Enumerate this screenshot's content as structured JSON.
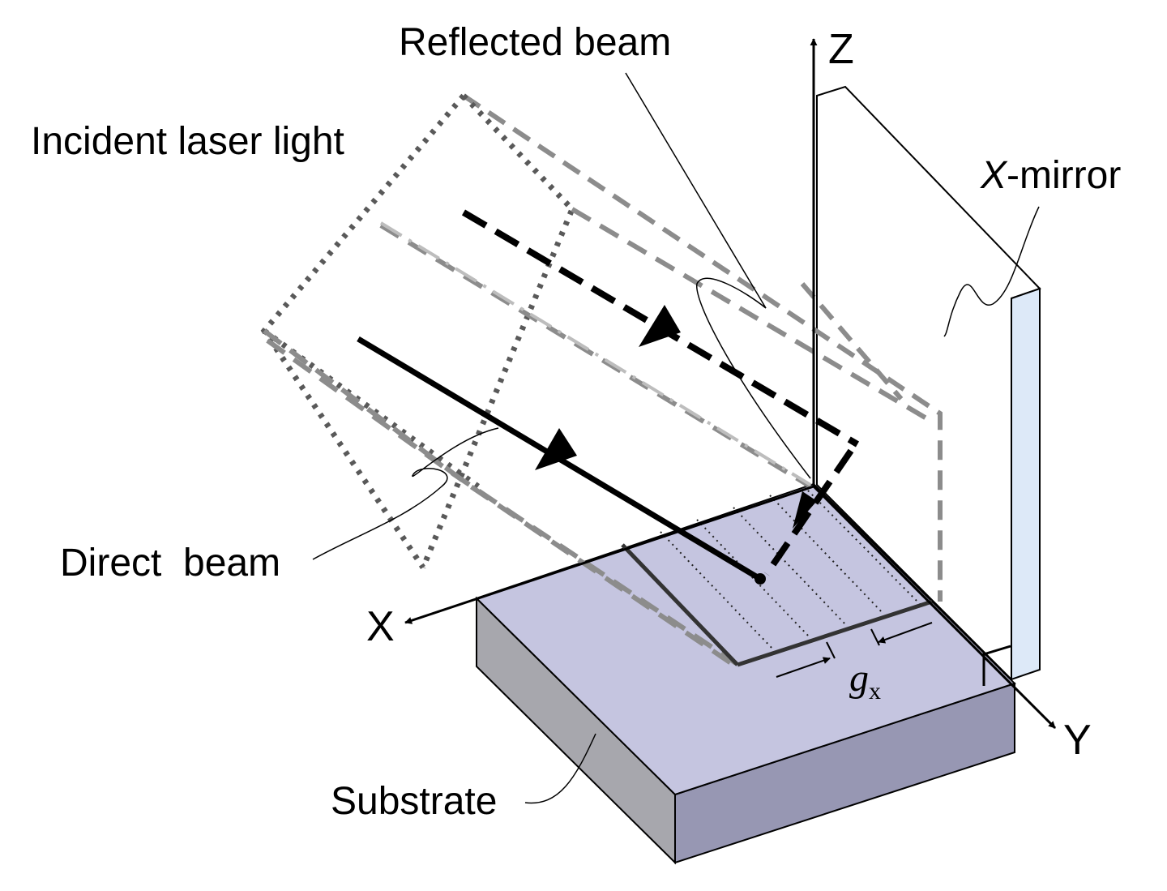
{
  "labels": {
    "reflected_beam": "Reflected beam",
    "incident_laser_light": "Incident laser light",
    "x_mirror_prefix": "X",
    "x_mirror_suffix": "-mirror",
    "direct_beam": "Direct  beam",
    "substrate": "Substrate",
    "gap_symbol": "g",
    "gap_subscript": "x"
  },
  "axes": {
    "x": "X",
    "y": "Y",
    "z": "Z"
  },
  "colors": {
    "substrate_top": "#c5c5e0",
    "substrate_front": "#9797b3",
    "substrate_left": "#a7a7ad",
    "mirror_face": "#ffffff",
    "mirror_edge": "#dde9f8",
    "beam_plane_dark": "#595959",
    "beam_plane_grey": "#8c8c8c",
    "beam_plane_light": "#bdbdbd"
  }
}
